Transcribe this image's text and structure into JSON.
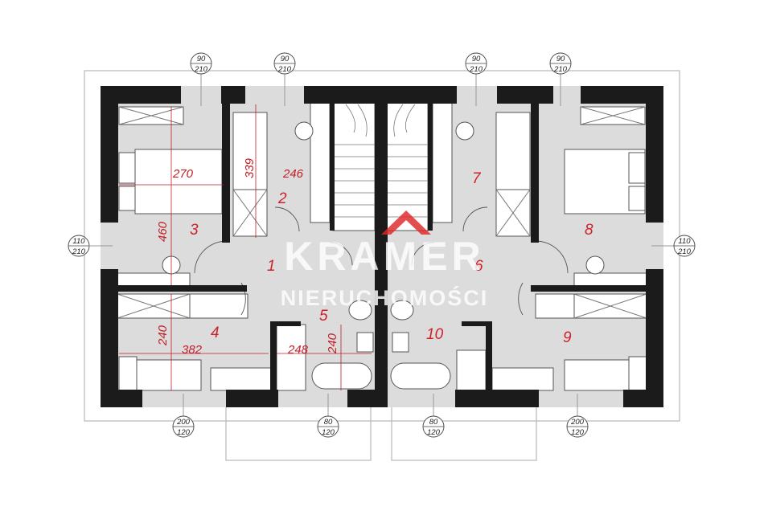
{
  "rooms": [
    "1",
    "2",
    "3",
    "4",
    "5",
    "6",
    "7",
    "8",
    "9",
    "10"
  ],
  "dimensions": {
    "room3_width": "270",
    "room3_length": "460",
    "room2_length": "339",
    "room2_width": "246",
    "room4_width": "382",
    "room4_length": "240",
    "room5_width": "248",
    "room5_length": "240"
  },
  "openings": {
    "top_a": [
      "90",
      "210"
    ],
    "top_b": [
      "90",
      "210"
    ],
    "top_c": [
      "90",
      "210"
    ],
    "top_d": [
      "90",
      "210"
    ],
    "left": [
      "110",
      "210"
    ],
    "right": [
      "110",
      "210"
    ],
    "bottom_a": [
      "200",
      "120"
    ],
    "bottom_b": [
      "80",
      "120"
    ],
    "bottom_c": [
      "80",
      "120"
    ],
    "bottom_d": [
      "200",
      "120"
    ]
  },
  "watermark": {
    "brand": "KRAMER",
    "sub": "NIERUCHOMOŚCI",
    "color": "#e02828"
  }
}
